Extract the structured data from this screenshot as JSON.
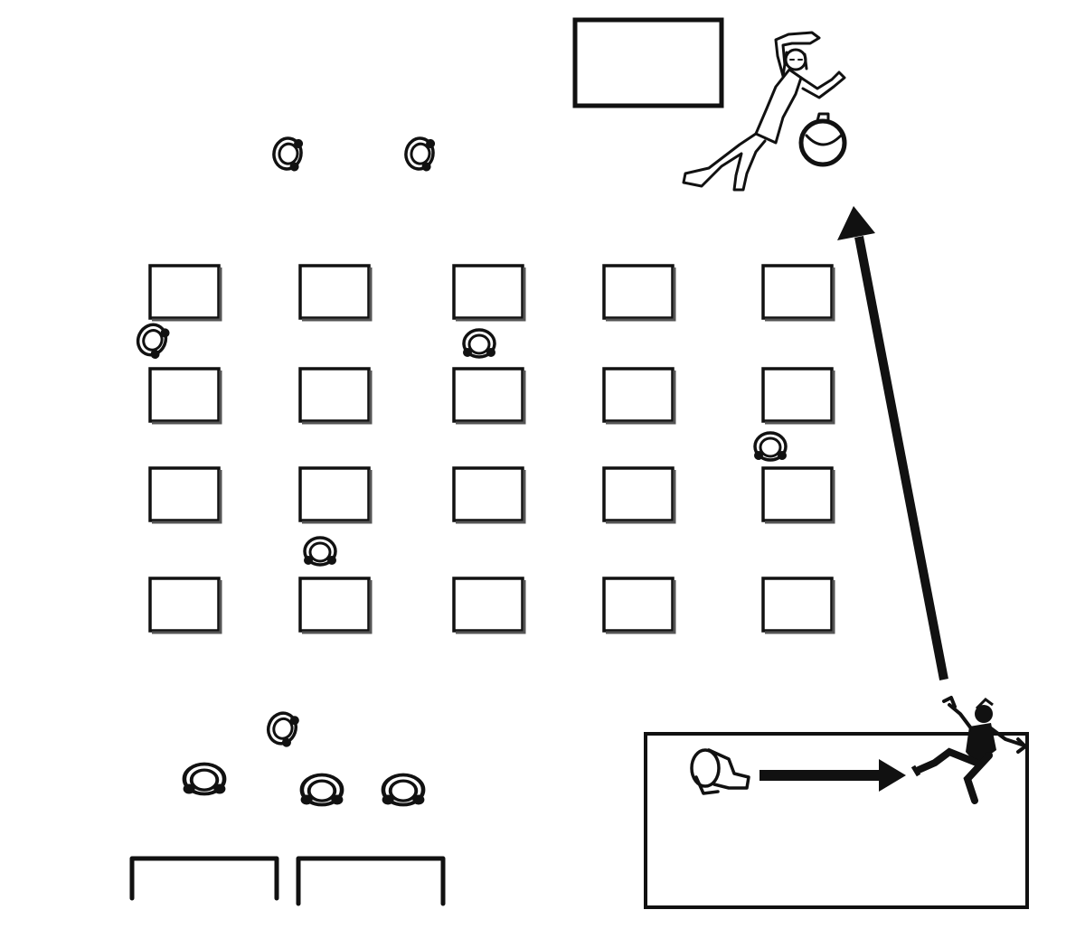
{
  "diagram": {
    "type": "classroom-floor-plan",
    "colors": {
      "ink": "#111111",
      "background": "#ffffff",
      "shadow": "#555555"
    },
    "desk_grid": {
      "rows": 4,
      "columns": 5
    },
    "elements": {
      "whiteboard": "whiteboard-icon",
      "teacher": "teacher-figure",
      "ball": "ball-icon",
      "seated_students": "student-top-view-icon",
      "front_tables": "table-icon",
      "jumping_student": "jumping-person-figure",
      "crouching_student": "crouching-person-figure",
      "arrows": "arrow-icon"
    },
    "students_at_desks": [
      {
        "row": 1,
        "col": 1,
        "side": "below"
      },
      {
        "row": 1,
        "col": 3,
        "side": "below"
      },
      {
        "row": 2,
        "col": 5,
        "side": "below"
      },
      {
        "row": 3,
        "col": 2,
        "side": "below"
      }
    ]
  }
}
